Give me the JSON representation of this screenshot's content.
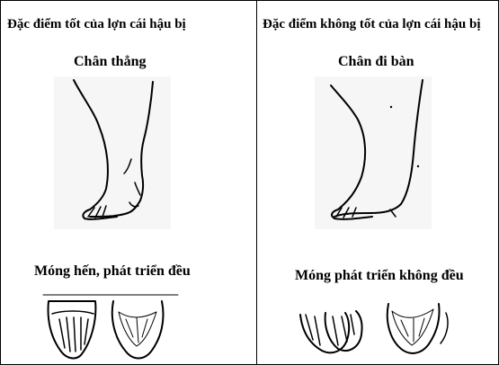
{
  "left": {
    "heading": "Đặc điểm tốt của lợn cái hậu bị",
    "leg_label": "Chân thẳng",
    "leg_icon": "straight-leg-drawing",
    "hoof_label": "Móng hến, phát triển đều",
    "hoof_icon": "even-hooves-drawing"
  },
  "right": {
    "heading": "Đặc điểm không tốt của lợn cái hậu bị",
    "leg_label": "Chân đi bàn",
    "leg_icon": "flat-foot-leg-drawing",
    "hoof_label": "Móng phát triển không đều",
    "hoof_icon": "uneven-hooves-drawing"
  }
}
